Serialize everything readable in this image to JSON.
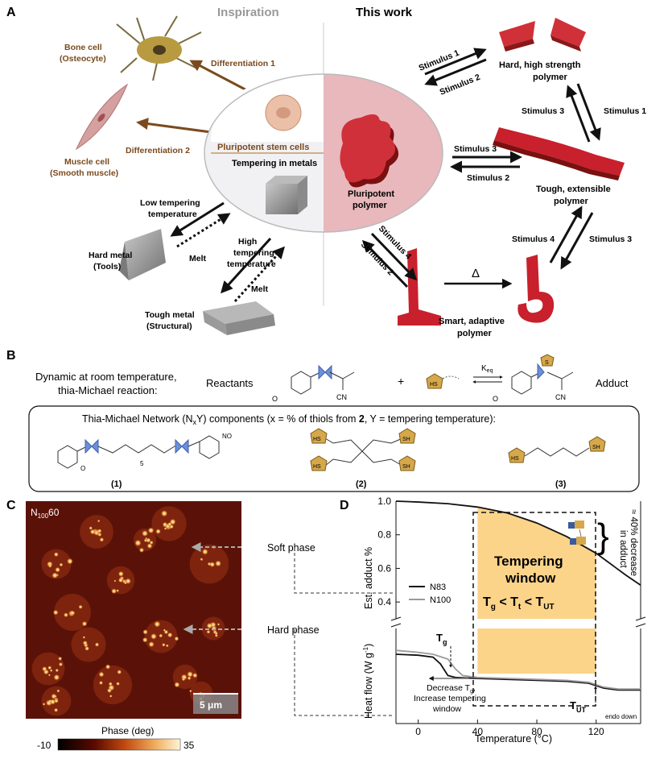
{
  "panelA": {
    "letter": "A",
    "inspiration": "Inspiration",
    "this_work": "This work",
    "bone_cell": [
      "Bone cell",
      "(Osteocyte)"
    ],
    "muscle_cell": [
      "Muscle cell",
      "(Smooth muscle)"
    ],
    "diff1": "Differentiation 1",
    "diff2": "Differentiation 2",
    "stem_cells": "Pluripotent stem cells",
    "tempering_metals": "Tempering in metals",
    "pluripotent_polymer": [
      "Pluripotent",
      "polymer"
    ],
    "low_temper": [
      "Low tempering",
      "temperature"
    ],
    "high_temper": [
      "High",
      "tempering",
      "temperature"
    ],
    "melt": "Melt",
    "hard_metal": [
      "Hard metal",
      "(Tools)"
    ],
    "tough_metal": [
      "Tough metal",
      "(Structural)"
    ],
    "hard_polymer": [
      "Hard, high strength",
      "polymer"
    ],
    "tough_polymer": [
      "Tough, extensible",
      "polymer"
    ],
    "smart_polymer": [
      "Smart, adaptive",
      "polymer"
    ],
    "stim1": "Stimulus 1",
    "stim2": "Stimulus 2",
    "stim3": "Stimulus 3",
    "stim4": "Stimulus 4",
    "delta": "Δ"
  },
  "panelB": {
    "letter": "B",
    "line1": "Dynamic at room temperature,",
    "line2": "thia-Michael reaction:",
    "reactants": "Reactants",
    "plus": "+",
    "keq": "K",
    "keq_sub": "eq",
    "adduct": "Adduct",
    "network_title": "Thia-Michael Network (N",
    "network_title2": "Y) components (x = % of thiols from ",
    "network_title3": "2",
    "network_title4": ", Y = tempering temperature):",
    "c1": "(1)",
    "c2": "(2)",
    "c3": "(3)",
    "o2n": "O",
    "no2": "NO",
    "cn": "CN",
    "hs": "HS",
    "sh": "SH",
    "s": "S",
    "five": "5"
  },
  "panelC": {
    "letter": "C",
    "sample": "N",
    "sample_sub": "100",
    "sample_end": "60",
    "soft": "Soft phase",
    "hard": "Hard phase",
    "scale": "5 μm",
    "cbar_label": "Phase (deg)",
    "cbar_min": "-10",
    "cbar_max": "35"
  },
  "panelD": {
    "letter": "D",
    "ylabel_top": "Est. adduct %",
    "ylabel_bottom": "Heat flow (W g",
    "xlabel": "Temperature (°C)",
    "legend": [
      "N83",
      "N100"
    ],
    "window": [
      "Tempering",
      "window"
    ],
    "tg": "T",
    "decrease_note": [
      "Decrease T",
      "Increase tempering",
      "window"
    ],
    "tut": "T",
    "endo": "endo down",
    "pct_note": [
      "≈ 40% decrease",
      "in adduct"
    ],
    "colors": {
      "window": "#fbd48a",
      "n83": "#111111",
      "n100": "#9a9a9a"
    }
  },
  "chart_data": [
    {
      "type": "line",
      "title": "",
      "xlabel": "Temperature (°C)",
      "ylabel": "Est. adduct %",
      "xlim": [
        -15,
        150
      ],
      "ylim": [
        0.3,
        1.0
      ],
      "xticks": [
        0,
        40,
        80,
        120
      ],
      "yticks": [
        0.4,
        0.6,
        0.8,
        1.0
      ],
      "shaded_window": [
        40,
        120
      ],
      "series": [
        {
          "name": "N83",
          "x": [
            -15,
            0,
            20,
            40,
            60,
            80,
            100,
            120,
            140,
            150
          ],
          "y": [
            1.0,
            0.995,
            0.985,
            0.965,
            0.93,
            0.87,
            0.79,
            0.69,
            0.56,
            0.5
          ]
        }
      ]
    },
    {
      "type": "line",
      "title": "",
      "xlabel": "Temperature (°C)",
      "ylabel": "Heat flow (W g-1)",
      "xlim": [
        -15,
        150
      ],
      "xticks": [
        0,
        40,
        80,
        120
      ],
      "annotations": [
        "Tg",
        "TUT",
        "endo down"
      ],
      "series": [
        {
          "name": "N83",
          "x": [
            -15,
            0,
            10,
            15,
            20,
            25,
            40,
            60,
            80,
            100,
            115,
            125,
            135,
            150
          ],
          "y": [
            0.0,
            -0.01,
            -0.03,
            -0.1,
            -0.22,
            -0.24,
            -0.25,
            -0.26,
            -0.27,
            -0.28,
            -0.3,
            -0.35,
            -0.37,
            -0.37
          ]
        },
        {
          "name": "N100",
          "x": [
            -15,
            0,
            10,
            20,
            25,
            30,
            40,
            60,
            80,
            100,
            115,
            125,
            135,
            150
          ],
          "y": [
            0.04,
            0.02,
            0.0,
            -0.05,
            -0.15,
            -0.22,
            -0.24,
            -0.25,
            -0.26,
            -0.27,
            -0.29,
            -0.34,
            -0.36,
            -0.36
          ]
        }
      ]
    }
  ]
}
